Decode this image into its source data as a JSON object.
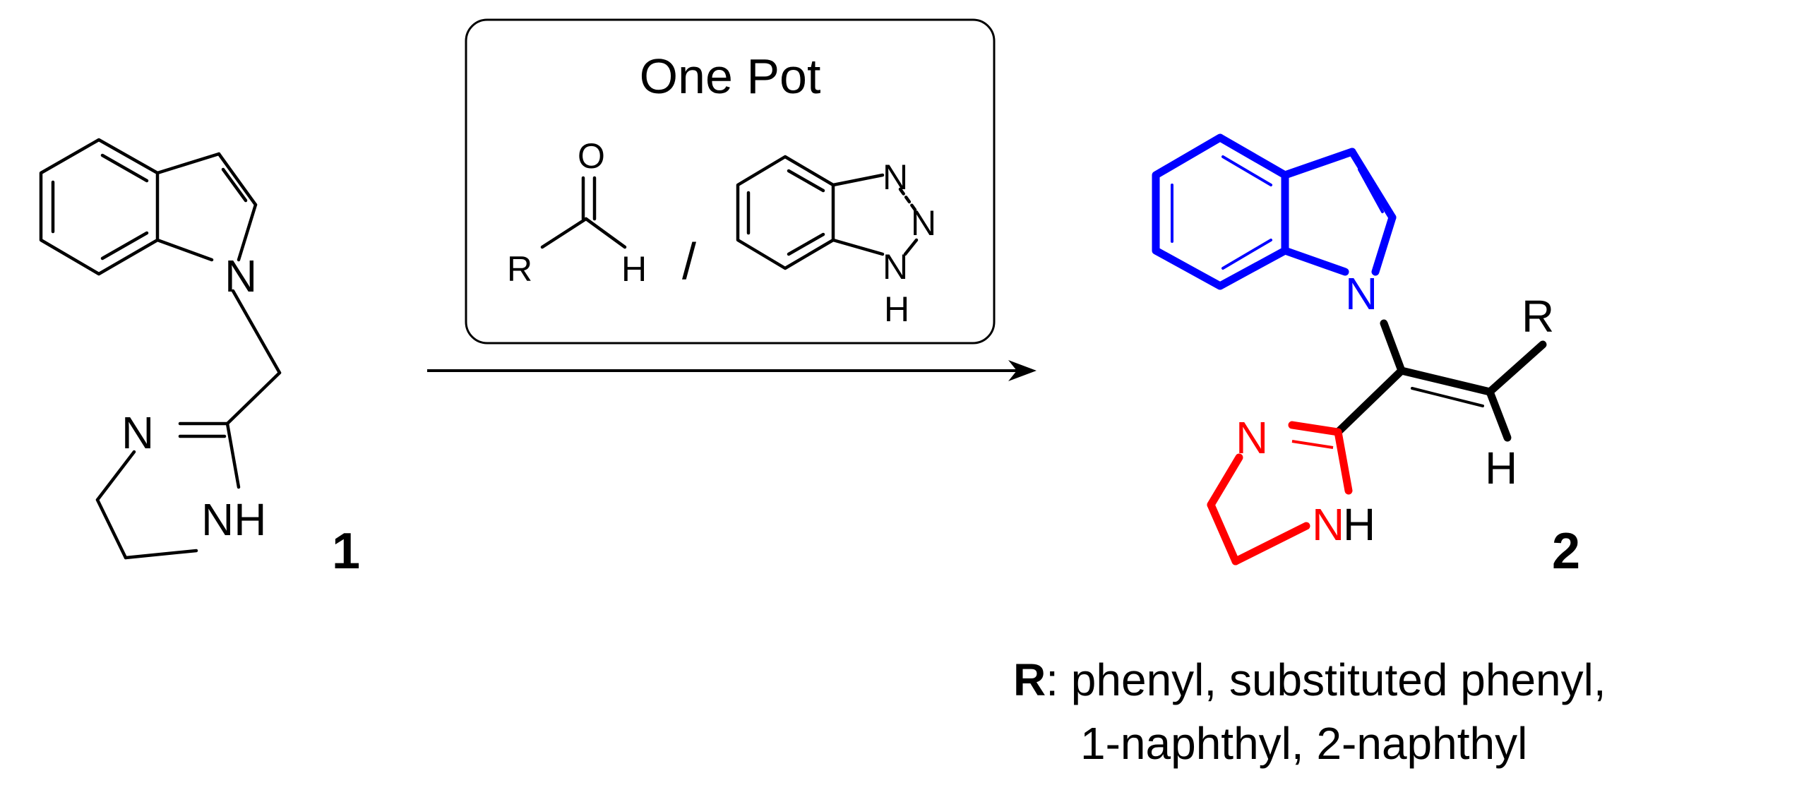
{
  "reagents": {
    "title": "One Pot",
    "aldehyde": {
      "o": "O",
      "r": "R",
      "h": "H"
    },
    "separator": "/",
    "benzotriazole": {
      "n1": "N",
      "n2": "N",
      "n3": "N",
      "h": "H"
    }
  },
  "reactant": {
    "n_indole": "N",
    "n_imine": "N",
    "nh": "NH",
    "number": "1"
  },
  "product": {
    "n_indole": "N",
    "r": "R",
    "h_vinyl": "H",
    "n_imine": "N",
    "n_amine": "N",
    "h_amine": "H",
    "number": "2"
  },
  "r_note": {
    "bold": "R",
    "line1": ": phenyl, substituted phenyl,",
    "line2": "1-naphthyl, 2-naphthyl"
  },
  "colors": {
    "indole": "#0000ff",
    "imidazoline": "#ff0000",
    "linker": "#000000"
  }
}
